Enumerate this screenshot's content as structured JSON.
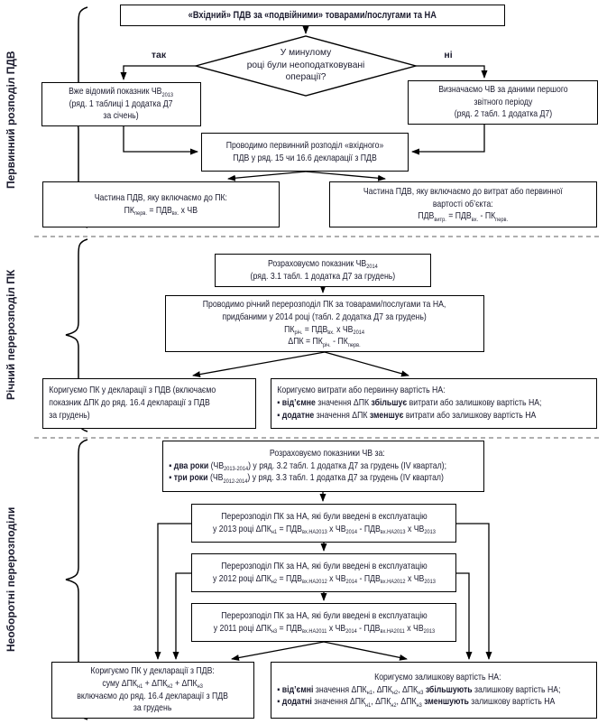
{
  "page": {
    "background": "#ffffff",
    "ink": "#000000",
    "line": "#000000",
    "divider": "#7f7f7f"
  },
  "sections": {
    "primary": {
      "label": "Первинний розподіл ПДВ",
      "title": "«Вхідний» ПДВ за «подвійними» товарами/послугами та НА",
      "decision": [
        {
          "t": "У минулому"
        },
        {
          "n": 1
        },
        {
          "t": "році були неоподатковувані"
        },
        {
          "n": 1
        },
        {
          "t": "операції?"
        }
      ],
      "yes": "так",
      "no": "ні",
      "known": [
        {
          "t": "Вже відомий показник ЧВ"
        },
        {
          "s": "2013"
        },
        {
          "n": 1
        },
        {
          "t": "(ряд. 1 таблиці 1 додатка Д7"
        },
        {
          "n": 1
        },
        {
          "t": "за січень)"
        }
      ],
      "determine": [
        {
          "t": "Визначаємо ЧВ за даними першого"
        },
        {
          "n": 1
        },
        {
          "t": "звітного періоду"
        },
        {
          "n": 1
        },
        {
          "t": "(ряд. 2 табл. 1 додатка Д7)"
        }
      ],
      "distribute": [
        {
          "t": "Проводимо первинний розподіл «вхідного»"
        },
        {
          "n": 1
        },
        {
          "t": "ПДВ у ряд. 15 чи 16.6 декларації з ПДВ"
        }
      ],
      "part_pk": [
        {
          "t": "Частина ПДВ, яку включаємо до ПК:"
        },
        {
          "n": 1
        },
        {
          "t": "ПК"
        },
        {
          "s": "перв."
        },
        {
          "t": " = ПДВ"
        },
        {
          "s": "вх."
        },
        {
          "t": " х ЧВ"
        }
      ],
      "part_cost": [
        {
          "t": "Частина ПДВ, яку включаємо до витрат або первинної"
        },
        {
          "n": 1
        },
        {
          "t": "вартості об’єкта:"
        },
        {
          "n": 1
        },
        {
          "t": "ПДВ"
        },
        {
          "s": "витр."
        },
        {
          "t": " = ПДВ"
        },
        {
          "s": "вх."
        },
        {
          "t": " - ПК"
        },
        {
          "s": "перв."
        }
      ]
    },
    "annual": {
      "label": "Річний перерозподіл ПК",
      "calc": [
        {
          "t": "Розраховуємо показник ЧВ"
        },
        {
          "s": "2014"
        },
        {
          "n": 1
        },
        {
          "t": "(ряд. 3.1 табл. 1 додатка Д7 за грудень)"
        }
      ],
      "redistribute": [
        {
          "t": "Проводимо річний перерозподіл ПК за товарами/послугами та НА,"
        },
        {
          "n": 1
        },
        {
          "t": "придбаними у 2014 році (табл. 2 додатка Д7 за грудень)"
        },
        {
          "n": 1
        },
        {
          "t": "ПК"
        },
        {
          "s": "річ."
        },
        {
          "t": " = ПДВ"
        },
        {
          "s": "вх."
        },
        {
          "t": " х ЧВ"
        },
        {
          "s": "2014"
        },
        {
          "n": 1
        },
        {
          "t": "ΔПК = ПК"
        },
        {
          "s": "річ."
        },
        {
          "t": " - ПК"
        },
        {
          "s": "перв."
        }
      ],
      "adjust_pk": [
        {
          "t": "Коригуємо ПК у декларації з ПДВ (включаємо"
        },
        {
          "n": 1
        },
        {
          "t": "показник ΔПК до ряд. 16.4 декларації з ПДВ"
        },
        {
          "n": 1
        },
        {
          "t": "за грудень)"
        }
      ],
      "adjust_cost_head": "Коригуємо витрати або первинну вартість НА:",
      "adjust_cost_bullets": [
        [
          {
            "t": "▪ "
          },
          {
            "b": "від’ємне"
          },
          {
            "t": " значення ΔПК "
          },
          {
            "b": "збільшує"
          },
          {
            "t": " витрати або залишкову вартість НА;"
          }
        ],
        [
          {
            "t": "▪ "
          },
          {
            "b": "додатне"
          },
          {
            "t": " значення ΔПК "
          },
          {
            "b": "зменшує"
          },
          {
            "t": " витрати або залишкову вартість НА"
          }
        ]
      ]
    },
    "noncurrent": {
      "label": "Необоротні перерозподіли",
      "calc_head": "Розраховуємо показники ЧВ за:",
      "calc_bullets": [
        [
          {
            "t": "▪ "
          },
          {
            "b": "два роки"
          },
          {
            "t": " (ЧВ"
          },
          {
            "s": "2013-2014"
          },
          {
            "t": ") у ряд. 3.2 табл. 1 додатка Д7 за грудень (IV квартал);"
          }
        ],
        [
          {
            "t": "▪ "
          },
          {
            "b": "три роки"
          },
          {
            "t": " (ЧВ"
          },
          {
            "s": "2012-2014"
          },
          {
            "t": ") у ряд. 3.3 табл. 1 додатка Д7 за грудень (IV квартал)"
          }
        ]
      ],
      "redist_2013": [
        {
          "t": "Перерозподіл ПК за НА, які були введені в експлуатацію"
        },
        {
          "n": 1
        },
        {
          "t": "у 2013 році ΔПК"
        },
        {
          "s": "н1"
        },
        {
          "t": " = ПДВ"
        },
        {
          "s": "вх.НА2013"
        },
        {
          "t": " х ЧВ"
        },
        {
          "s": "2014"
        },
        {
          "t": " - ПДВ"
        },
        {
          "s": "вх.НА2013"
        },
        {
          "t": " х ЧВ"
        },
        {
          "s": "2013"
        }
      ],
      "redist_2012": [
        {
          "t": "Перерозподіл ПК за НА, які були введені в експлуатацію"
        },
        {
          "n": 1
        },
        {
          "t": "у 2012 році ΔПК"
        },
        {
          "s": "н2"
        },
        {
          "t": " = ПДВ"
        },
        {
          "s": "вх.НА2012"
        },
        {
          "t": " х ЧВ"
        },
        {
          "s": "2014"
        },
        {
          "t": " - ПДВ"
        },
        {
          "s": "вх.НА2012"
        },
        {
          "t": " х ЧВ"
        },
        {
          "s": "2013"
        }
      ],
      "redist_2011": [
        {
          "t": "Перерозподіл ПК за НА, які були введені в експлуатацію"
        },
        {
          "n": 1
        },
        {
          "t": "у 2011 році ΔПК"
        },
        {
          "s": "н3"
        },
        {
          "t": " = ПДВ"
        },
        {
          "s": "вх.НА2011"
        },
        {
          "t": " х ЧВ"
        },
        {
          "s": "2014"
        },
        {
          "t": " - ПДВ"
        },
        {
          "s": "вх.НА2011"
        },
        {
          "t": " х ЧВ"
        },
        {
          "s": "2013"
        }
      ],
      "adjust_pk": [
        {
          "t": "Коригуємо ПК у декларації з ПДВ:"
        },
        {
          "n": 1
        },
        {
          "t": "суму ΔПК"
        },
        {
          "s": "н1"
        },
        {
          "t": " + ΔПК"
        },
        {
          "s": "н2"
        },
        {
          "t": " + ΔПК"
        },
        {
          "s": "н3"
        },
        {
          "n": 1
        },
        {
          "t": "включаємо до ряд. 16.4 декларації з ПДВ"
        },
        {
          "n": 1
        },
        {
          "t": "за грудень"
        }
      ],
      "adjust_cost_head": "Коригуємо залишкову вартість НА:",
      "adjust_cost_bullets": [
        [
          {
            "t": "▪ "
          },
          {
            "b": "від’ємні"
          },
          {
            "t": " значення ΔПК"
          },
          {
            "s": "н1"
          },
          {
            "t": ", ΔПК"
          },
          {
            "s": "н2"
          },
          {
            "t": ", ΔПК"
          },
          {
            "s": "н3"
          },
          {
            "t": " "
          },
          {
            "b": "збільшують"
          },
          {
            "t": " залишкову вартість НА;"
          }
        ],
        [
          {
            "t": "▪ "
          },
          {
            "b": "додатні"
          },
          {
            "t": " значення ΔПК"
          },
          {
            "s": "н1"
          },
          {
            "t": ", ΔПК"
          },
          {
            "s": "н2"
          },
          {
            "t": ", ΔПК"
          },
          {
            "s": "н3"
          },
          {
            "t": " "
          },
          {
            "b": "зменшують"
          },
          {
            "t": " залишкову вартість НА"
          }
        ]
      ]
    }
  }
}
